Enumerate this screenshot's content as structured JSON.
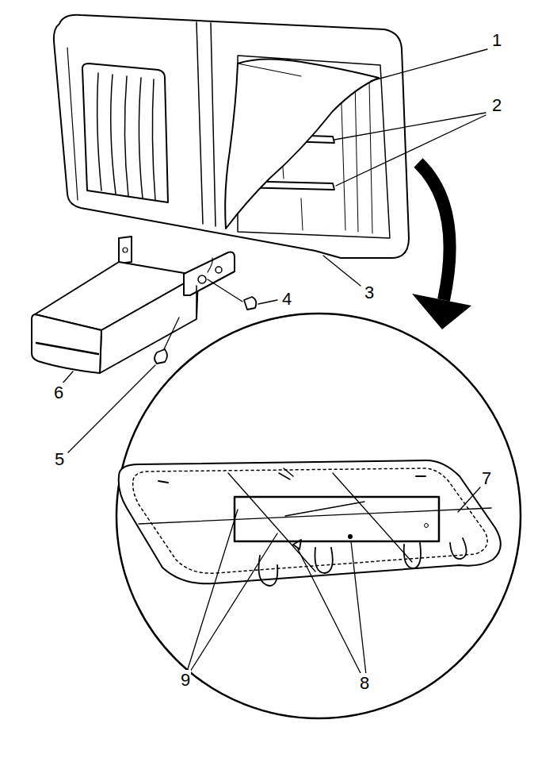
{
  "diagram": {
    "labels": [
      "1",
      "2",
      "3",
      "4",
      "6",
      "5",
      "7",
      "9",
      "8"
    ]
  }
}
